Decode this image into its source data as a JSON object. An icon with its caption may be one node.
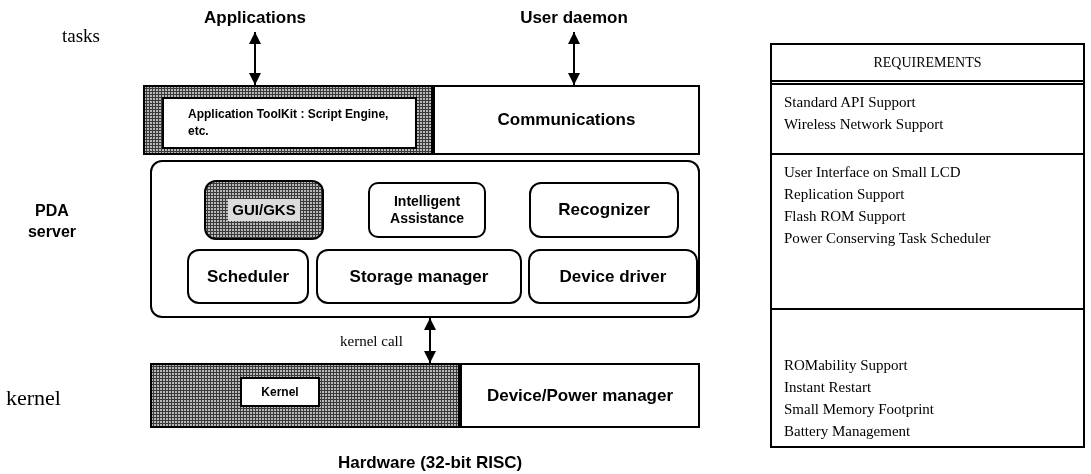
{
  "diagram": {
    "nodes": [
      {
        "text": [
          "Applications"
        ]
      },
      {
        "text": [
          "User daemon"
        ]
      },
      {
        "text": [],
        "shape": "box"
      },
      {
        "text": [
          "Application ToolKit : Script Engine, etc."
        ],
        "in": 2
      },
      {
        "text": [
          "Communications"
        ]
      },
      {
        "text": [],
        "shape": "box"
      },
      {
        "text": [
          "GUI/GKS"
        ],
        "in": 5
      },
      {
        "text": [
          "Intelligent Assistance"
        ],
        "in": 5
      },
      {
        "text": [
          "Recognizer"
        ],
        "in": 5
      },
      {
        "text": [
          "Scheduler"
        ],
        "in": 5
      },
      {
        "text": [
          "Storage manager"
        ],
        "in": 5
      },
      {
        "text": [
          "Device driver"
        ],
        "in": 5
      },
      {
        "text": [],
        "shape": "box"
      },
      {
        "text": [
          "Kernel"
        ],
        "in": 12
      },
      {
        "text": [
          "Device/Power manager"
        ]
      }
    ],
    "edges": [
      {
        "from": 0,
        "to": 2,
        "arrow": "both"
      },
      {
        "from": 1,
        "to": 4,
        "arrow": "both"
      },
      {
        "from": 5,
        "to": 12,
        "arrow": "both",
        "label": "kernel call"
      }
    ],
    "labels": [
      "tasks",
      "PDA server",
      "kernel",
      "Hardware (32-bit RISC)",
      "REQUIREMENTS",
      "Standard API Support",
      "Wireless Network Support",
      "User Interface on Small LCD",
      "Replication Support",
      "Flash ROM Support",
      "Power Conserving Task Scheduler",
      "ROMability Support",
      "Instant Restart",
      "Small Memory Footprint",
      "Battery Management"
    ]
  }
}
